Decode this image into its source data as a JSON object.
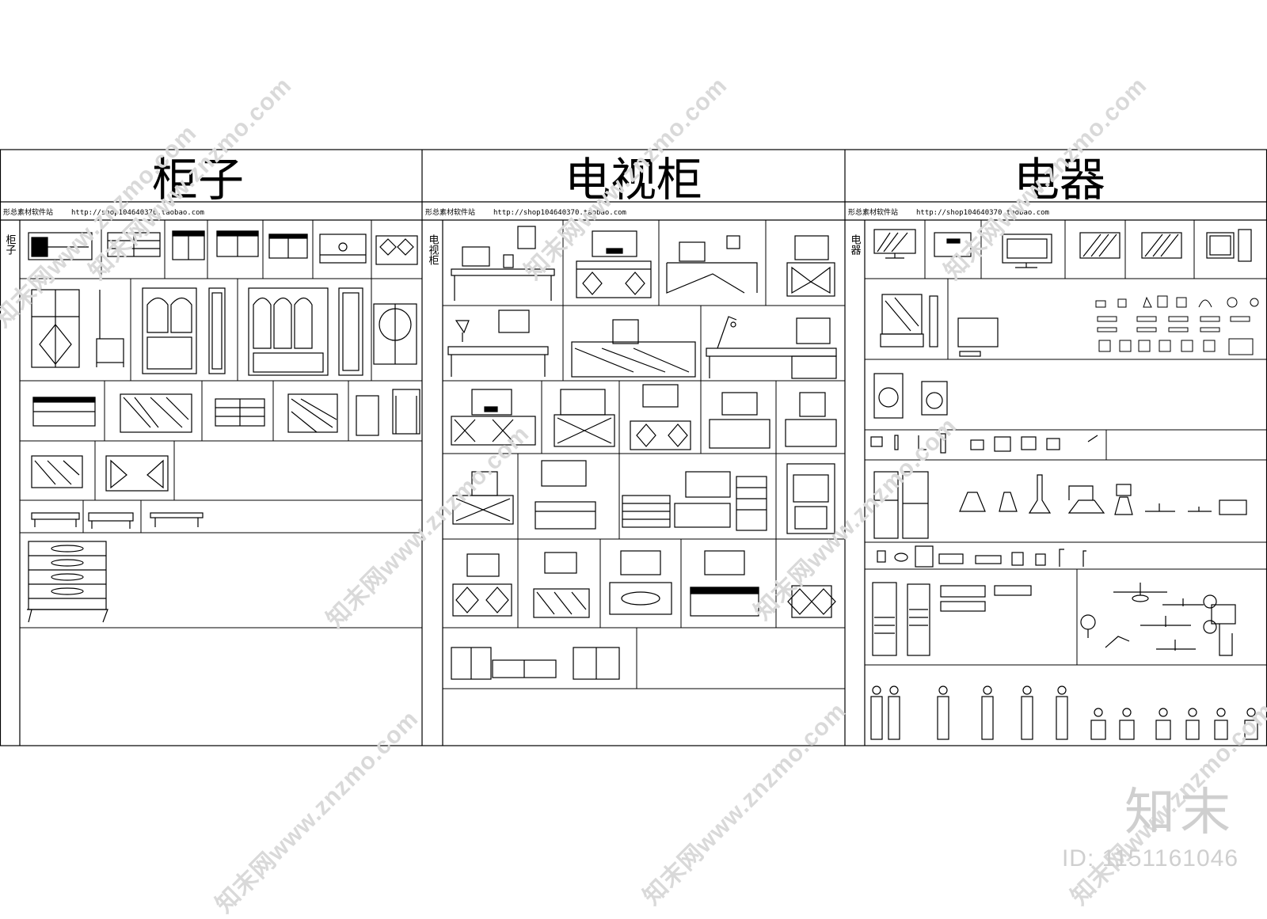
{
  "panels": [
    {
      "title": "柜子",
      "shop": "形总素材软件站",
      "url": "http://shop104640370.taobao.com",
      "side_label": "柜子"
    },
    {
      "title": "电视柜",
      "shop": "形总素材软件站",
      "url": "http://shop104640370.taobao.com",
      "side_label": "电视柜"
    },
    {
      "title": "电器",
      "shop": "形总素材软件站",
      "url": "http://shop104640370.taobao.com",
      "side_label": "电器"
    }
  ],
  "watermark": {
    "text": "知末网www.znzmo.com"
  },
  "brand": {
    "logo_text": "知末",
    "id_text": "ID: 1151161046"
  }
}
